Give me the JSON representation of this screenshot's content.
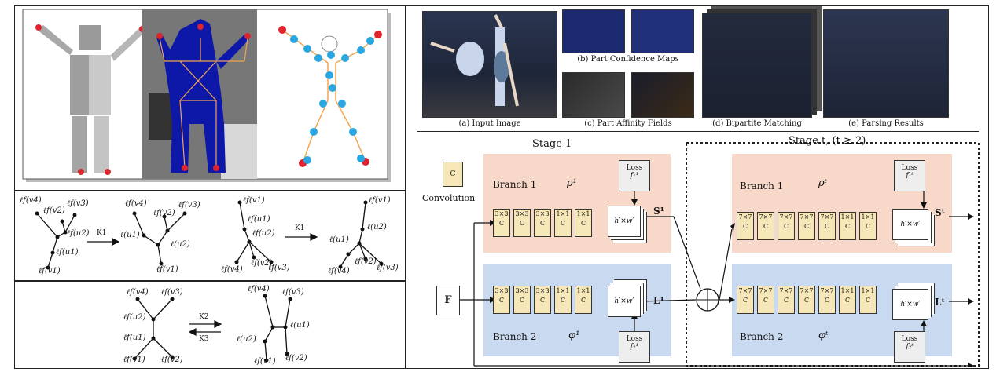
{
  "skeleton": {
    "colors": {
      "blue": "#0d17a8",
      "joint_red": "#e0232c",
      "joint_cyan": "#2aa7e0",
      "bone_orange": "#f2a650"
    }
  },
  "trees": {
    "panel1": {
      "tree1": {
        "nodes": [
          "ℓf(v4)",
          "ℓf(v2)",
          "ℓf(v3)",
          "ℓf(u2)",
          "ℓf(u1)",
          "ℓf(v1)"
        ]
      },
      "arrow1": "K1",
      "tree2": {
        "nodes": [
          "ℓf(v4)",
          "ℓf(v2)",
          "ℓf(v3)",
          "ℓ(u1)",
          "ℓ(u2)",
          "ℓf(v1)"
        ]
      },
      "tree3": {
        "nodes": [
          "ℓf(v1)",
          "ℓf(u1)",
          "ℓf(u2)",
          "ℓf(v4)",
          "ℓf(v2)",
          "ℓf(v3)"
        ]
      },
      "arrow2": "K1",
      "tree4": {
        "nodes": [
          "ℓf(v1)",
          "ℓ(u2)",
          "ℓ(u1)",
          "ℓf(v2)",
          "ℓf(v4)",
          "ℓf(v3)"
        ]
      }
    },
    "panel2": {
      "tree1": {
        "nodes": [
          "ℓf(v4)",
          "ℓf(v3)",
          "ℓf(u2)",
          "ℓf(u1)",
          "ℓf(v1)",
          "ℓf(v2)"
        ]
      },
      "arrow_fwd": "K2",
      "arrow_back": "K3",
      "tree2": {
        "nodes": [
          "ℓf(v4)",
          "ℓf(v3)",
          "ℓ(u1)",
          "ℓ(u2)",
          "ℓf(v1)",
          "ℓf(v2)"
        ]
      }
    }
  },
  "pipeline": {
    "captions": [
      "(a) Input Image",
      "(b) Part Confidence Maps",
      "(c) Part Affinity Fields",
      "(d) Bipartite Matching",
      "(e) Parsing Results"
    ]
  },
  "architecture": {
    "stage1_title": "Stage 1",
    "staget_title": "Stage t, (t ≥ 2)",
    "legend_box": "C",
    "legend_label": "Convolution",
    "input": "F",
    "branch1_s1": {
      "label": "Branch 1",
      "sym": "ρ¹",
      "convs": [
        "3×3",
        "3×3",
        "3×3",
        "1×1",
        "1×1"
      ],
      "conv_letter": "C",
      "map": "h′×w′",
      "loss": "Loss",
      "loss_sym": "f₁¹",
      "out": "S¹"
    },
    "branch2_s1": {
      "label": "Branch 2",
      "sym": "φ¹",
      "convs": [
        "3×3",
        "3×3",
        "3×3",
        "1×1",
        "1×1"
      ],
      "conv_letter": "C",
      "map": "h′×w′",
      "loss": "Loss",
      "loss_sym": "f₂¹",
      "out": "L¹"
    },
    "branch1_st": {
      "label": "Branch 1",
      "sym": "ρᵗ",
      "convs": [
        "7×7",
        "7×7",
        "7×7",
        "7×7",
        "7×7",
        "1×1",
        "1×1"
      ],
      "conv_letter": "C",
      "map": "h′×w′",
      "loss": "Loss",
      "loss_sym": "f₁ᵗ",
      "out": "Sᵗ"
    },
    "branch2_st": {
      "label": "Branch 2",
      "sym": "φᵗ",
      "convs": [
        "7×7",
        "7×7",
        "7×7",
        "7×7",
        "7×7",
        "1×1",
        "1×1"
      ],
      "conv_letter": "C",
      "map": "h′×w′",
      "loss": "Loss",
      "loss_sym": "f₂ᵗ",
      "out": "Lᵗ"
    },
    "colors": {
      "branch1_bg": "#f8d9c9",
      "branch2_bg": "#c9daf0",
      "conv_fill": "#f6e7b8"
    }
  }
}
